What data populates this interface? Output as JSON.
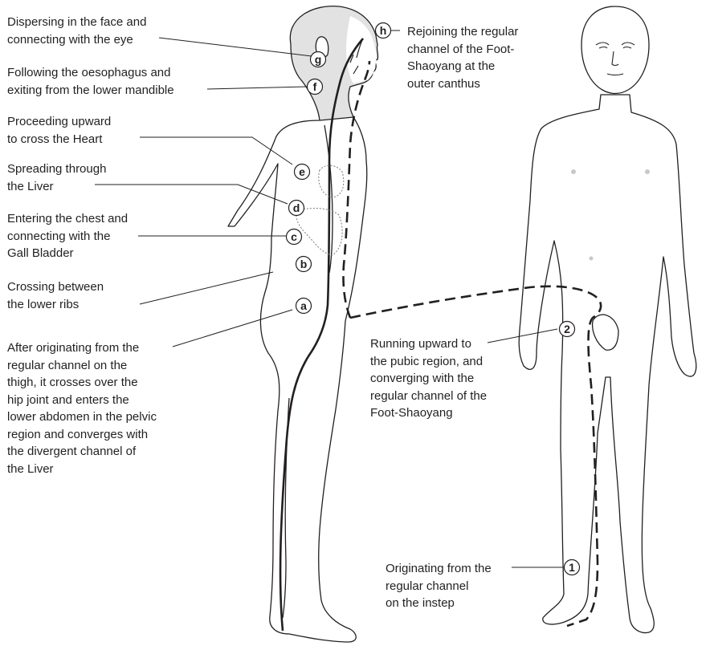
{
  "labels": {
    "g_face": [
      "Dispersing in the face and",
      "connecting with the eye"
    ],
    "f_oesophagus": [
      "Following the oesophagus and",
      "exiting from the lower mandible"
    ],
    "e_heart": [
      "Proceeding upward",
      "to cross the Heart"
    ],
    "d_liver": [
      "Spreading through",
      "the Liver"
    ],
    "c_chest": [
      "Entering the chest and",
      "connecting with the",
      "Gall Bladder"
    ],
    "b_ribs": [
      "Crossing between",
      "the lower ribs"
    ],
    "a_thigh": [
      "After originating from the",
      "regular channel on the",
      "thigh, it crosses over the",
      "hip joint and enters the",
      "lower abdomen in the pelvic",
      "region and converges with",
      "the divergent channel of",
      "the Liver"
    ],
    "h_canthus": [
      "Rejoining the regular",
      "channel of the Foot-",
      "Shaoyang at the",
      "outer canthus"
    ],
    "p2_pubic": [
      "Running upward to",
      "the pubic region, and",
      "converging with the",
      "regular channel of the",
      "Foot-Shaoyang"
    ],
    "p1_instep": [
      "Originating from the",
      "regular channel",
      "on the instep"
    ]
  },
  "markers": {
    "a": "a",
    "b": "b",
    "c": "c",
    "d": "d",
    "e": "e",
    "f": "f",
    "g": "g",
    "h": "h",
    "one": "1",
    "two": "2"
  },
  "colors": {
    "ink": "#231f20",
    "skin": "#ffffff",
    "head_shade": "#e2e2e2",
    "organ": "#7a7a7a"
  }
}
